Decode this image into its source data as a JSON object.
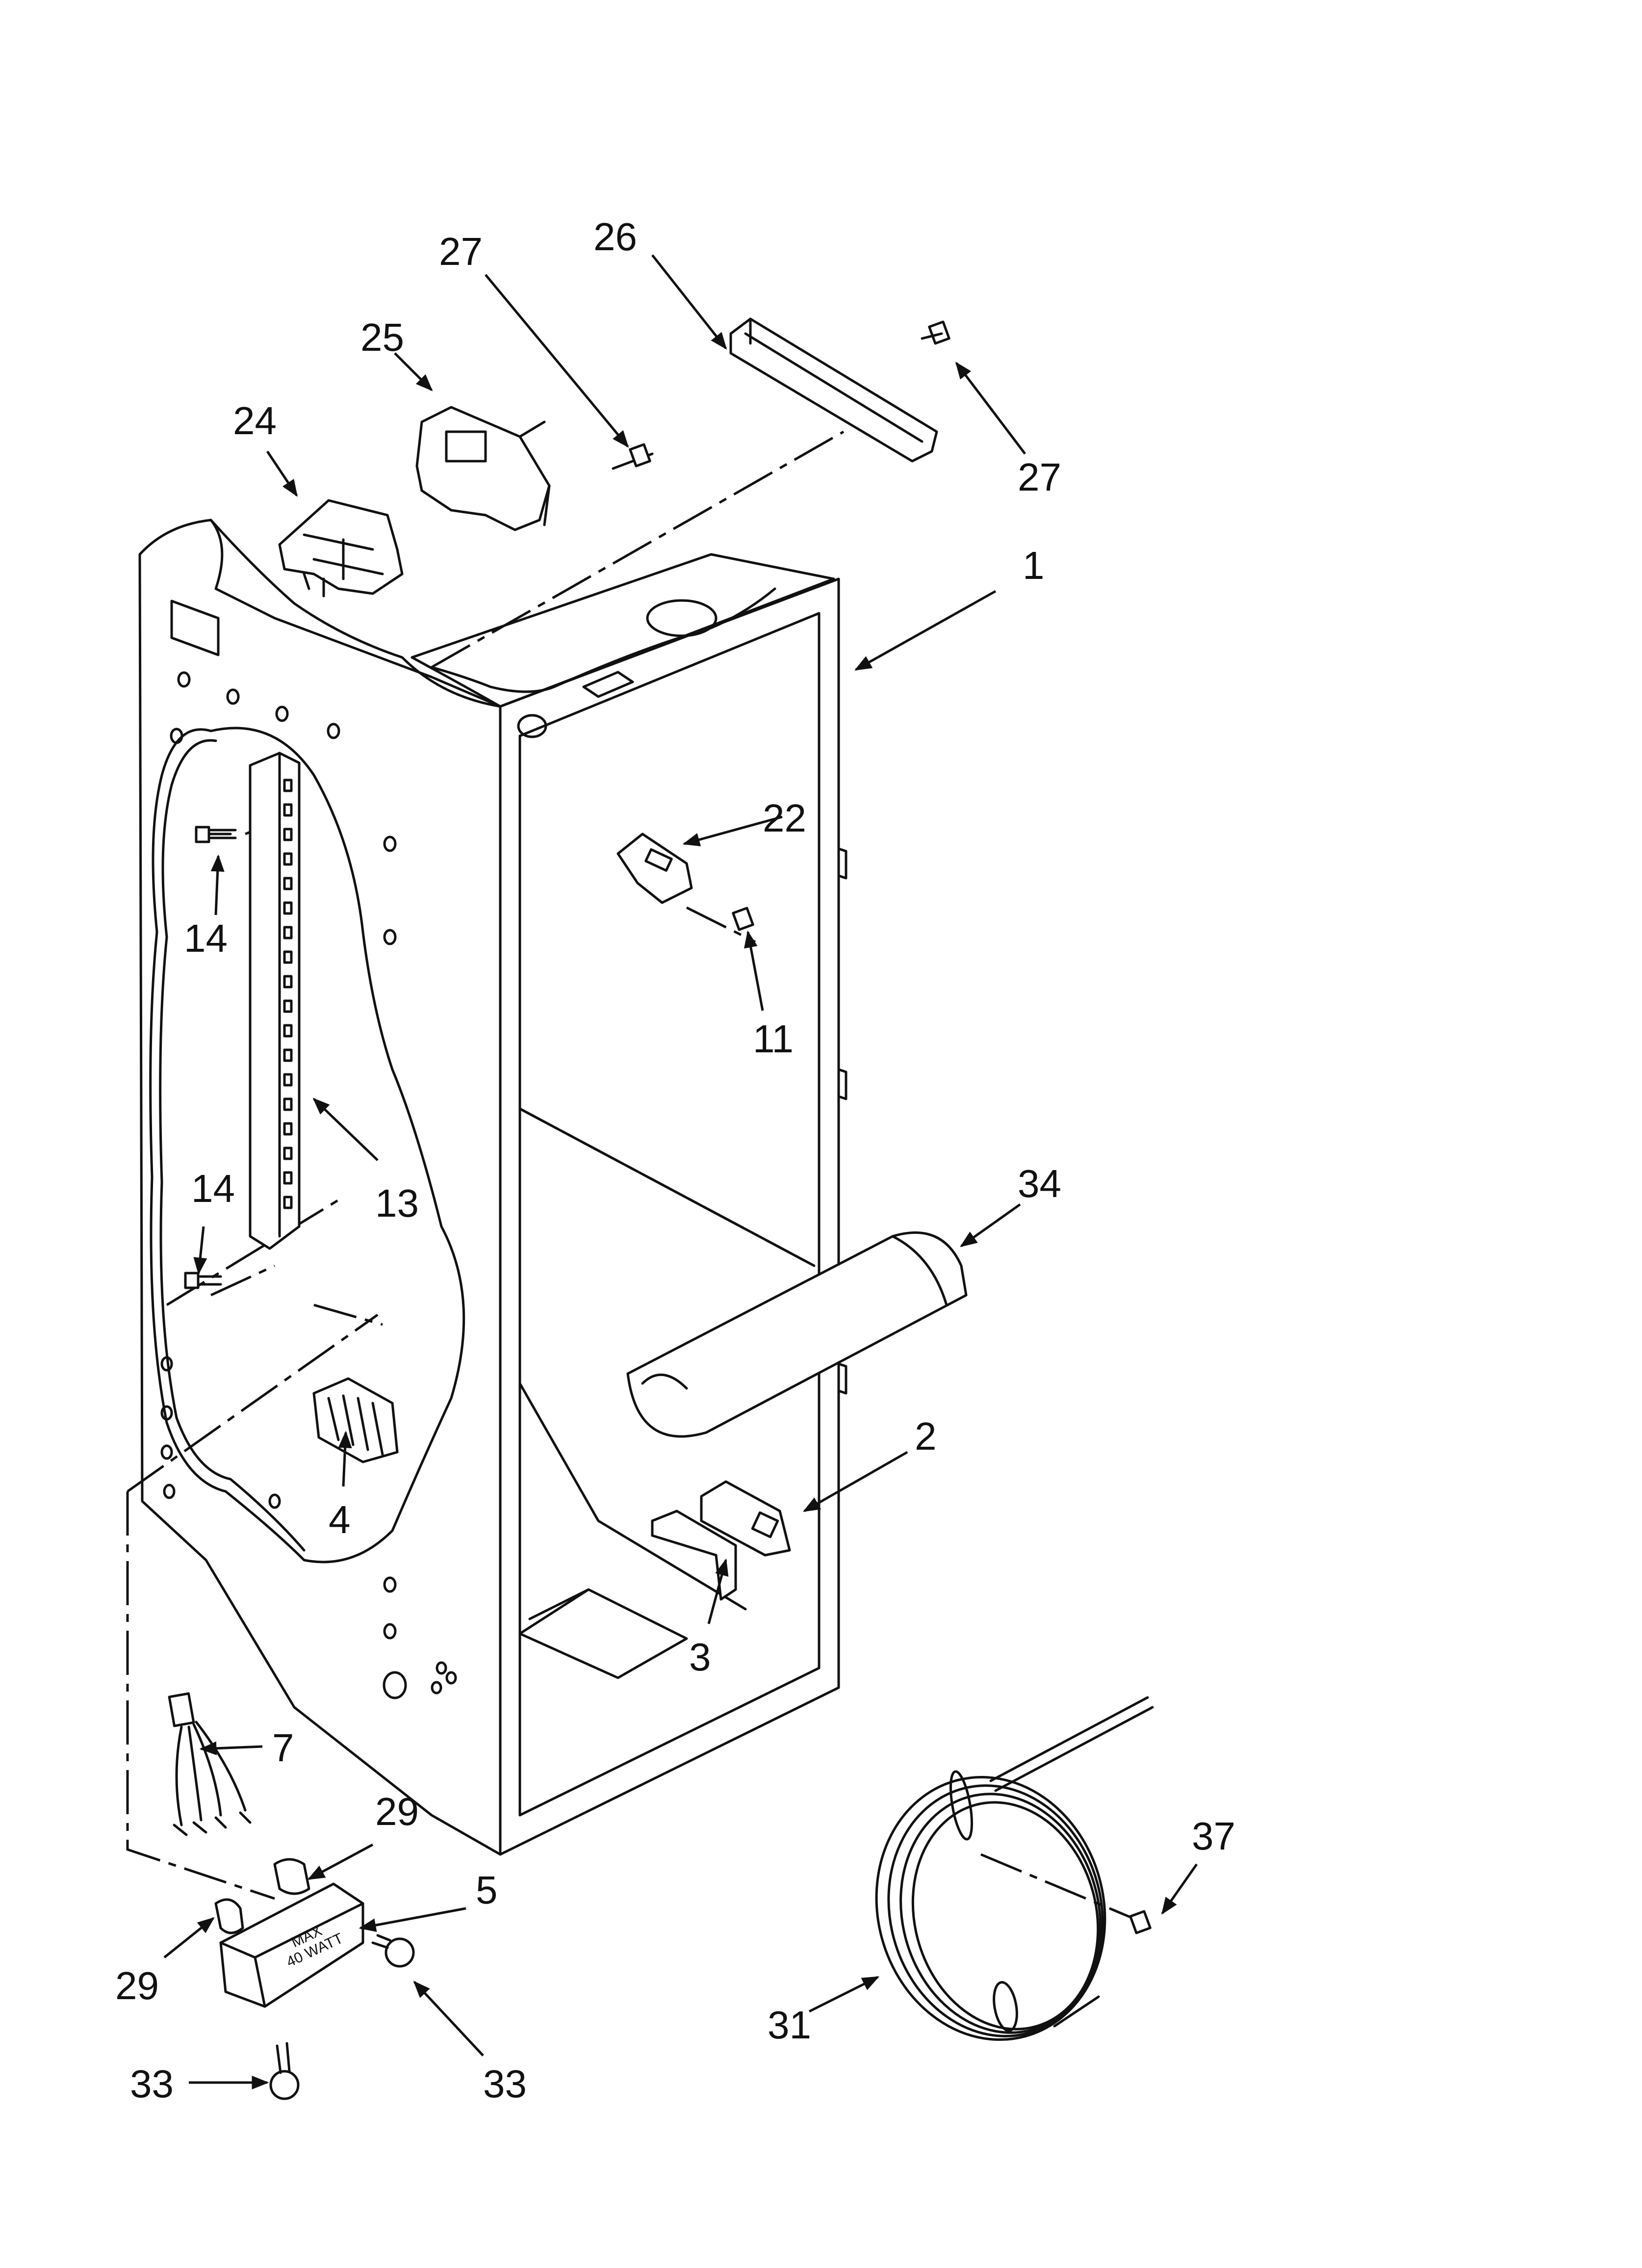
{
  "diagram": {
    "callouts": [
      {
        "id": "1",
        "label": "1"
      },
      {
        "id": "2",
        "label": "2"
      },
      {
        "id": "3",
        "label": "3"
      },
      {
        "id": "4",
        "label": "4"
      },
      {
        "id": "5",
        "label": "5"
      },
      {
        "id": "7",
        "label": "7"
      },
      {
        "id": "11",
        "label": "11"
      },
      {
        "id": "13",
        "label": "13"
      },
      {
        "id": "14a",
        "label": "14"
      },
      {
        "id": "14b",
        "label": "14"
      },
      {
        "id": "22",
        "label": "22"
      },
      {
        "id": "24",
        "label": "24"
      },
      {
        "id": "25",
        "label": "25"
      },
      {
        "id": "26",
        "label": "26"
      },
      {
        "id": "27a",
        "label": "27"
      },
      {
        "id": "27b",
        "label": "27"
      },
      {
        "id": "29a",
        "label": "29"
      },
      {
        "id": "29b",
        "label": "29"
      },
      {
        "id": "31",
        "label": "31"
      },
      {
        "id": "33a",
        "label": "33"
      },
      {
        "id": "33b",
        "label": "33"
      },
      {
        "id": "34",
        "label": "34"
      },
      {
        "id": "37",
        "label": "37"
      }
    ],
    "lamp_housing_text": [
      "MAX",
      "40 WATT"
    ]
  }
}
